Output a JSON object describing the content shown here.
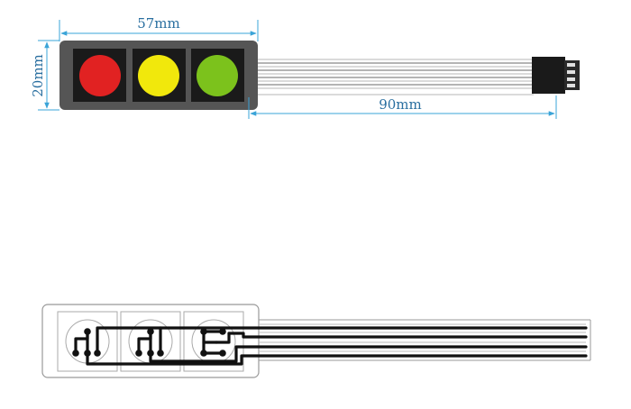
{
  "dimensions": {
    "width_label": "57mm",
    "height_label": "20mm",
    "cable_label": "90mm"
  },
  "buttons": [
    {
      "color": "#e12222"
    },
    {
      "color": "#f1e80c"
    },
    {
      "color": "#7cc21c"
    }
  ],
  "colors": {
    "dimension_line": "#3aa4d8",
    "dimension_text": "#2a6fa0",
    "panel": "#555555",
    "key_background": "#1a1a1a",
    "ribbon": "#cfcfcf",
    "connector": "#1a1a1a",
    "trace": "#111111",
    "outline": "#999999"
  }
}
